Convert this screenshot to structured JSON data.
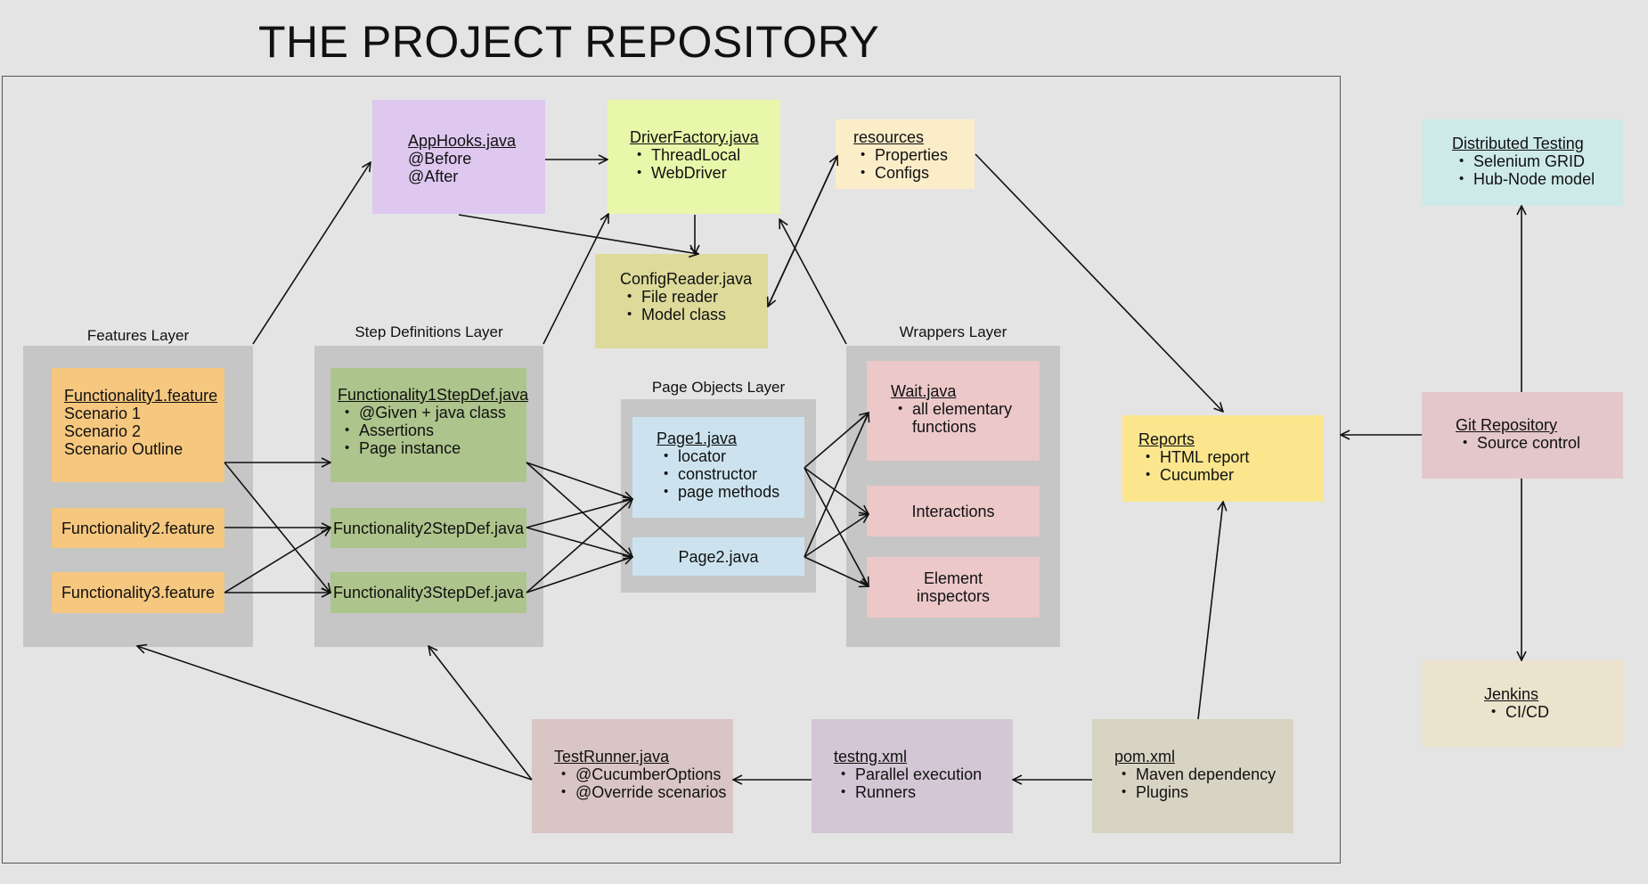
{
  "title": "THE PROJECT REPOSITORY",
  "layers": {
    "features": "Features Layer",
    "stepdefs": "Step Definitions Layer",
    "pageobjects": "Page Objects Layer",
    "wrappers": "Wrappers Layer"
  },
  "apphooks": {
    "title": "AppHooks.java",
    "lines": [
      "@Before",
      "@After"
    ]
  },
  "driverfactory": {
    "title": "DriverFactory.java",
    "items": [
      "ThreadLocal",
      "WebDriver"
    ]
  },
  "resources": {
    "title": "resources",
    "items": [
      "Properties",
      "Configs"
    ]
  },
  "configreader": {
    "title": "ConfigReader.java",
    "items": [
      "File reader",
      "Model class"
    ]
  },
  "distributed": {
    "title": "Distributed Testing",
    "items": [
      "Selenium GRID",
      "Hub-Node model"
    ]
  },
  "feature1": {
    "title": "Functionality1.feature",
    "lines": [
      "Scenario 1",
      "Scenario 2",
      "Scenario Outline"
    ]
  },
  "feature2": "Functionality2.feature",
  "feature3": "Functionality3.feature",
  "step1": {
    "title": "Functionality1StepDef.java",
    "items": [
      "@Given + java class",
      "Assertions",
      "Page instance"
    ]
  },
  "step2": "Functionality2StepDef.java",
  "step3": "Functionality3StepDef.java",
  "page1": {
    "title": "Page1.java",
    "items": [
      "locator",
      "constructor",
      "page methods"
    ]
  },
  "page2": "Page2.java",
  "wait": {
    "title": "Wait.java",
    "items": [
      "all elementary functions"
    ]
  },
  "interactions": "Interactions",
  "inspectors": "Element inspectors",
  "reports": {
    "title": "Reports",
    "items": [
      "HTML report",
      "Cucumber"
    ]
  },
  "git": {
    "title": "Git Repository",
    "items": [
      "Source control"
    ]
  },
  "jenkins": {
    "title": "Jenkins",
    "items": [
      "CI/CD"
    ]
  },
  "testrunner": {
    "title": "TestRunner.java",
    "items": [
      "@CucumberOptions",
      "@Override scenarios"
    ]
  },
  "testng": {
    "title": "testng.xml",
    "items": [
      "Parallel execution",
      "Runners"
    ]
  },
  "pom": {
    "title": "pom.xml",
    "items": [
      "Maven dependency",
      "Plugins"
    ]
  },
  "colors": {
    "background": "#e4e4e4",
    "layer": "#c6c6c6",
    "feature": "#f6c77f",
    "stepdef": "#adc48c",
    "page": "#cce3ef",
    "wrapper": "#ecc8c9",
    "apphooks": "#dec8ef",
    "driverfactory": "#e8f7a9",
    "resources": "#fcedc9",
    "configreader": "#ddda9a",
    "distributed": "#cdeae8",
    "reports": "#fbe68e",
    "git": "#e3c7cb",
    "jenkins": "#ebe3cc",
    "testrunner": "#d9c5c4",
    "testng": "#d3c6d5",
    "pom": "#d8d4c4"
  }
}
